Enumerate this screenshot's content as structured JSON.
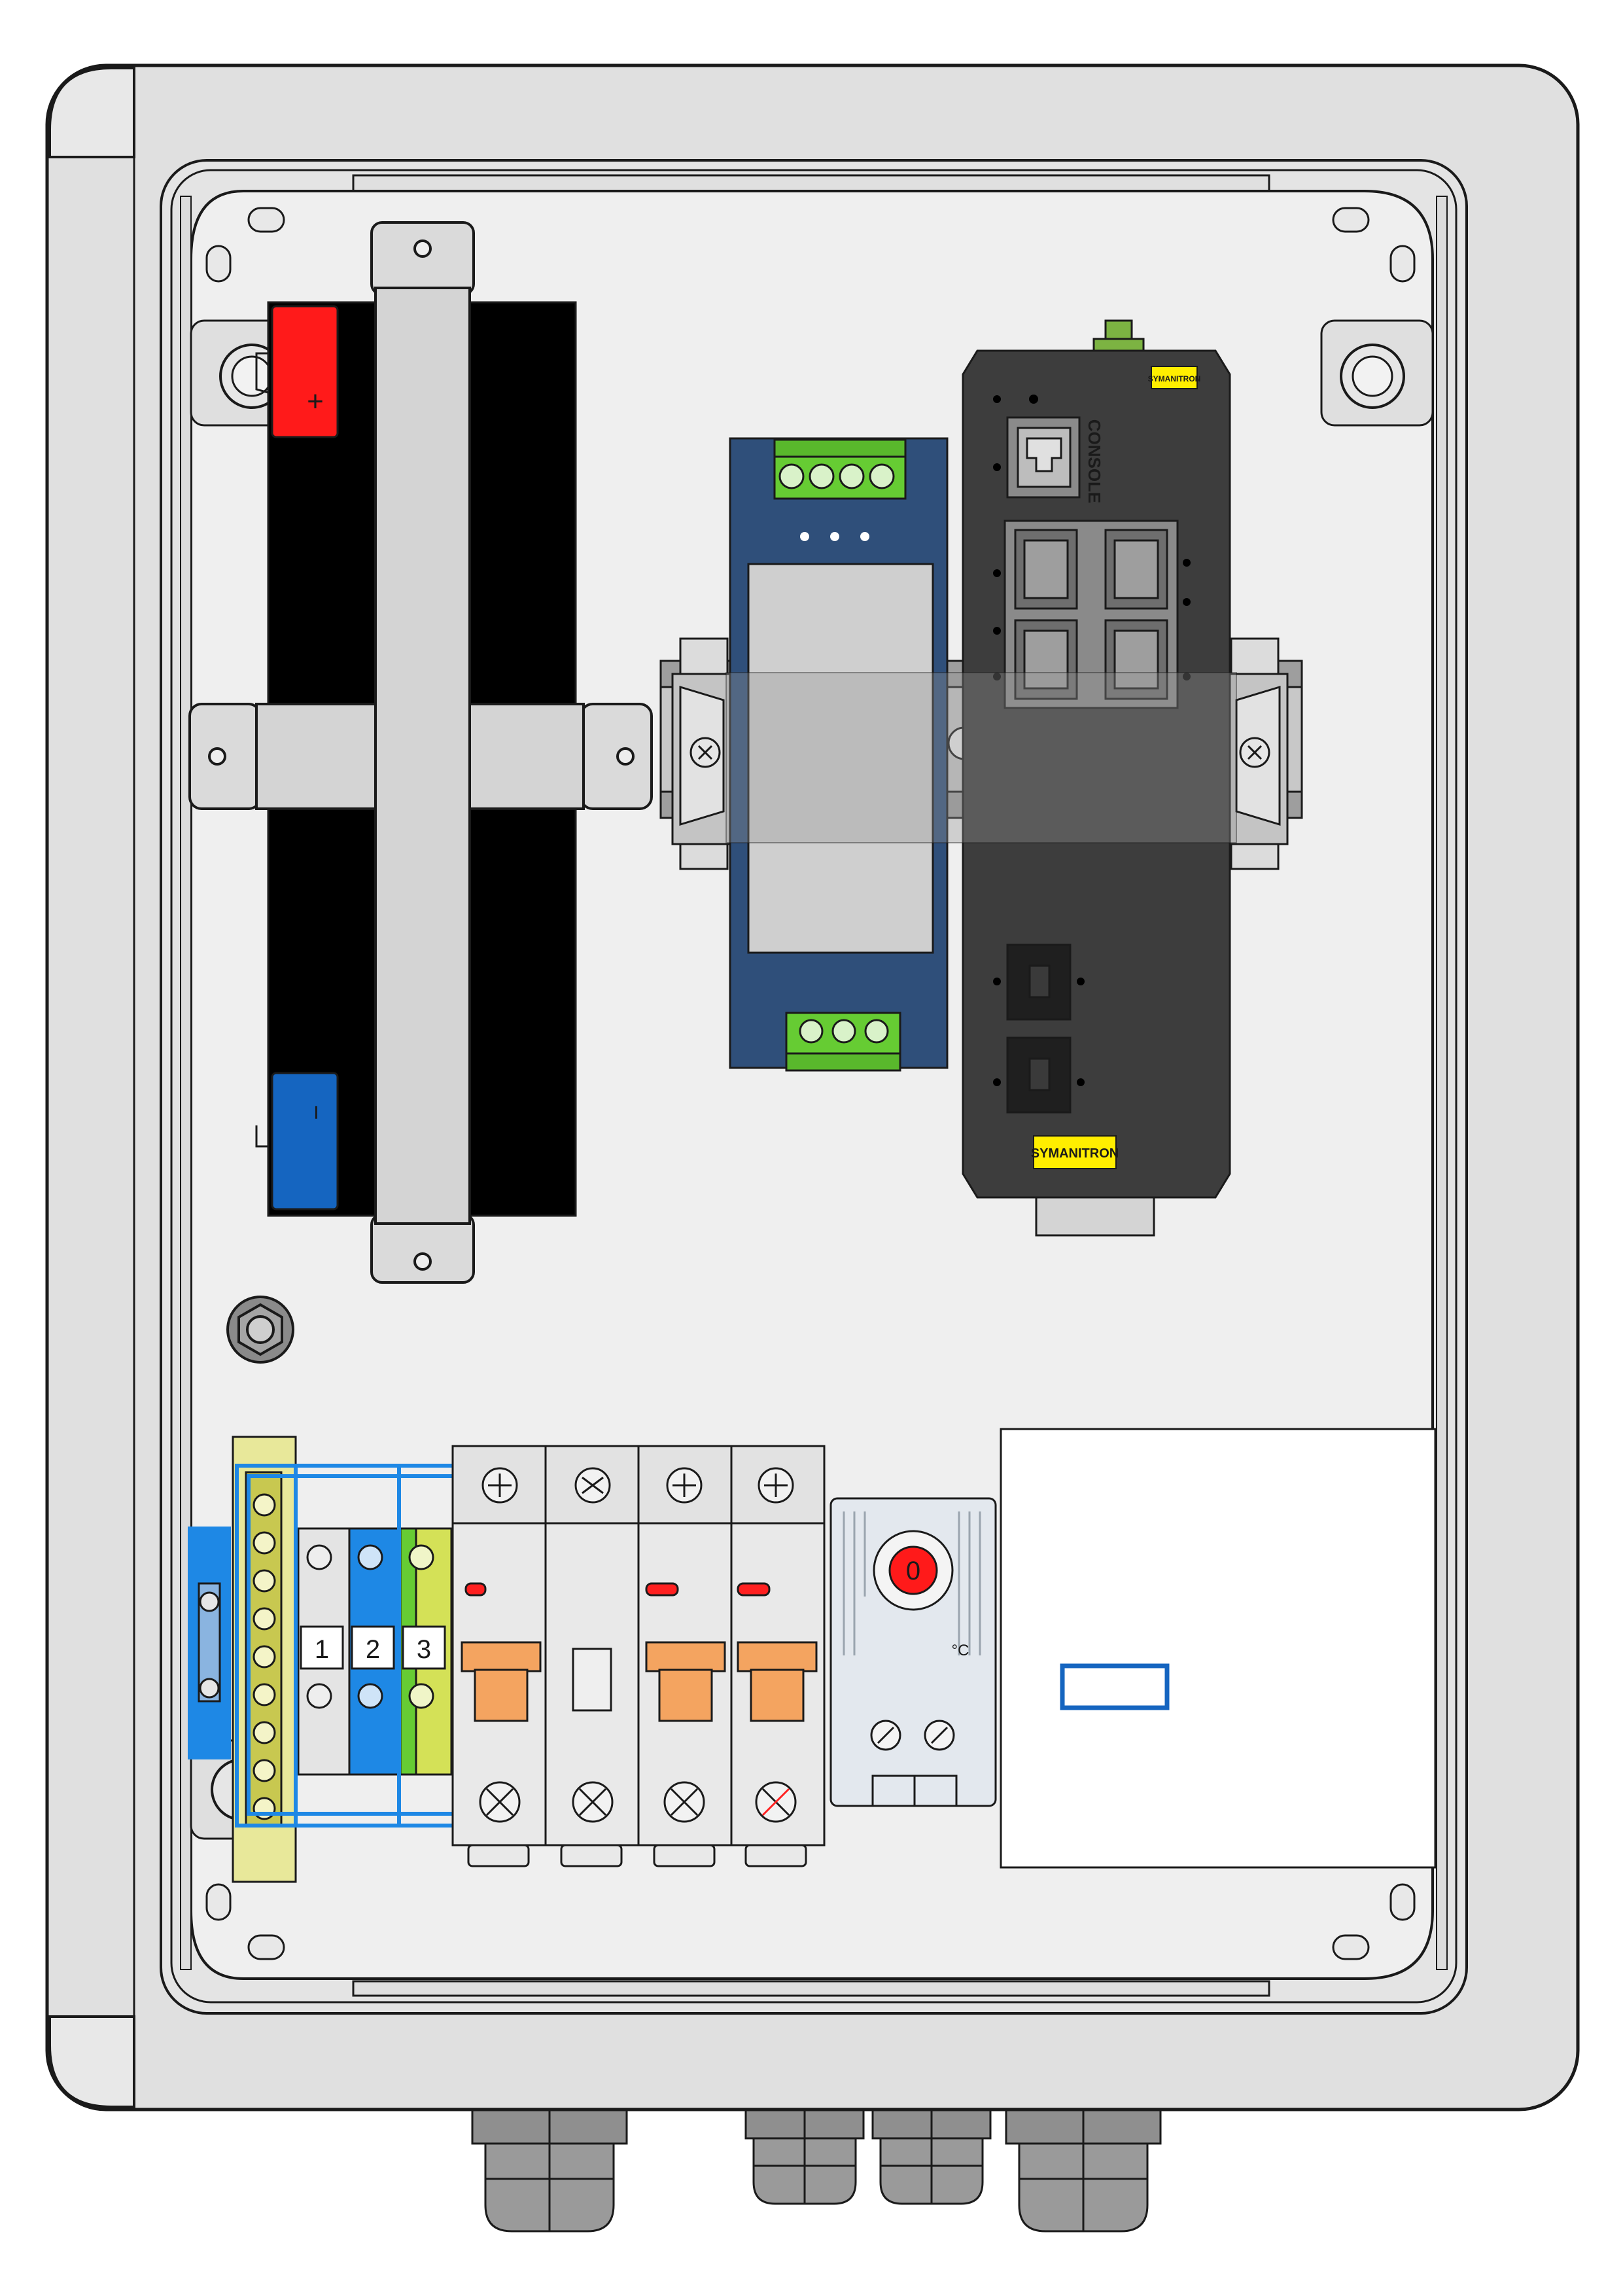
{
  "diagram": {
    "kind": "electrical-enclosure-layout",
    "colors": {
      "enclosure": "#e0e0e0",
      "mounting_plate": "#efefef",
      "outline": "#1a1a1a",
      "battery_body": "#000000",
      "battery_plus": "#ff1a1a",
      "battery_minus": "#1565c0",
      "clamp": "#cfcfcf",
      "din_rail": "#9e9e9e",
      "psu_body": "#2f4f7a",
      "psu_window": "#cfcfcf",
      "terminal_green": "#66cc33",
      "switch_body": "#3d3d3d",
      "brand_tag": "#ffee00",
      "terminal_blue": "#1e88e5",
      "terminal_yellow": "#d4e157",
      "busbar": "#e8e89a",
      "breaker_body": "#e9e9e9",
      "breaker_handle": "#f4a460",
      "breaker_indicator": "#ff2020",
      "thermostat_body": "#e3e8ee",
      "thermostat_dial": "#ff1a1a",
      "label_highlight": "#1565c0",
      "gland": "#9a9a9a"
    },
    "battery": {
      "plus_label": "+",
      "minus_label": "−"
    },
    "network_switch": {
      "console_label": "CONSOLE",
      "brand_top": "SYMANITRON",
      "brand_bottom": "SYMANITRON"
    },
    "terminal_block": {
      "labels": [
        "1",
        "2",
        "3"
      ]
    },
    "thermostat": {
      "dial_value": "0",
      "unit_label": "°C"
    },
    "cable_glands": {
      "count": 4
    }
  }
}
